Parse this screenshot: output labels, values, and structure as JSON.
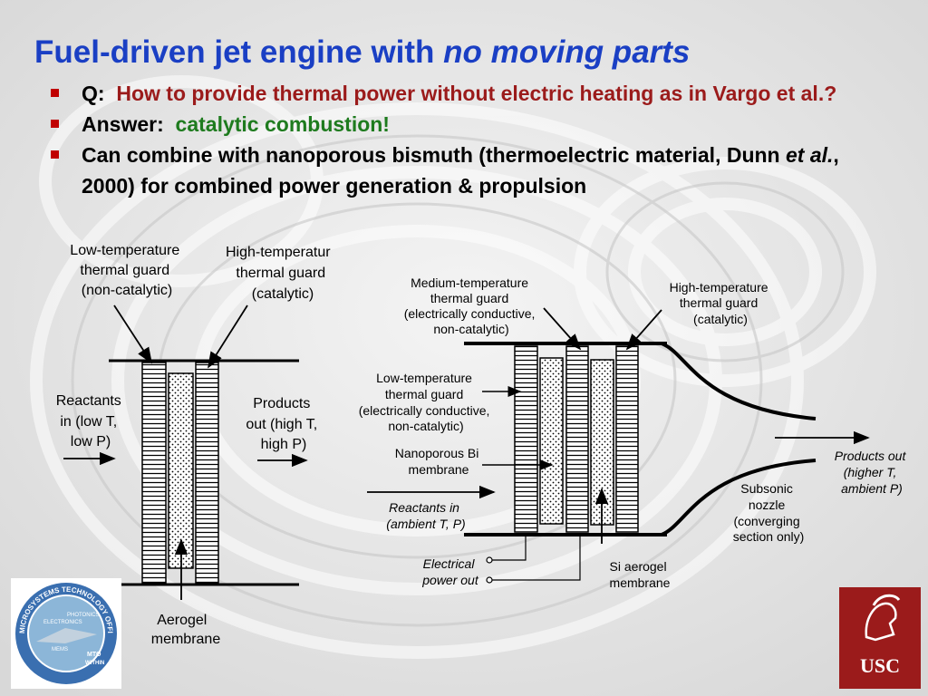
{
  "title": {
    "main": "Fuel-driven jet engine with ",
    "emph": "no moving parts"
  },
  "bullets": {
    "q_label": "Q:",
    "q_text": "How to provide thermal power without electric heating as in Vargo et al.?",
    "a_label": "Answer:",
    "a_text": "catalytic combustion!",
    "c_text1": "Can combine with nanoporous bismuth (thermoelectric material, Dunn ",
    "c_etal": "et al.",
    "c_text2": ", 2000) for combined power generation & propulsion"
  },
  "left_diagram": {
    "low_temp_guard": [
      "Low-temperature",
      "thermal guard",
      "(non-catalytic)"
    ],
    "high_temp_guard": [
      "High-temperatur",
      "thermal guard",
      "(catalytic)"
    ],
    "reactants": [
      "Reactants",
      "in (low T,",
      "low P)"
    ],
    "products": [
      "Products",
      "out (high T,",
      "high P)"
    ],
    "aerogel": [
      "Aerogel",
      "membrane"
    ]
  },
  "right_diagram": {
    "medium_guard": [
      "Medium-temperature",
      "thermal guard",
      "(electrically conductive,",
      "non-catalytic)"
    ],
    "high_guard": [
      "High-temperature",
      "thermal guard",
      "(catalytic)"
    ],
    "low_guard": [
      "Low-temperature",
      "thermal guard",
      "(electrically conductive,",
      "non-catalytic)"
    ],
    "bi_membrane": [
      "Nanoporous Bi",
      "membrane"
    ],
    "reactants": [
      "Reactants in",
      "(ambient T, P)"
    ],
    "electrical": [
      "Electrical",
      "power out"
    ],
    "si_aerogel": [
      "Si aerogel",
      "membrane"
    ],
    "nozzle": [
      "Subsonic",
      "nozzle",
      "(converging",
      "section only)"
    ],
    "products_out": [
      "Products out",
      "(higher T,",
      "ambient P)"
    ]
  },
  "logos": {
    "left_ring": "MICROSYSTEMS TECHNOLOGY OFFICE",
    "left_inner": [
      "ELECTRONICS",
      "PHOTONICS",
      "MEMS",
      "MTO",
      "WITHIN"
    ],
    "right": "USC"
  },
  "colors": {
    "title": "#1a3fc4",
    "question": "#9b1b1b",
    "answer": "#1e7b1e",
    "bullet": "#c00000",
    "usc": "#9b1b1b"
  }
}
